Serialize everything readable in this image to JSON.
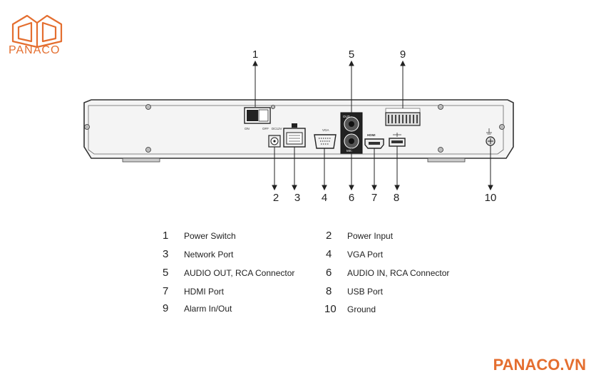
{
  "brand": {
    "logo_text": "PANACO",
    "site": "PANACO.VN",
    "accent": "#e46e2f"
  },
  "panel_labels": {
    "power_on": "ON",
    "power_off": "OFF",
    "dc_in": "DC12V",
    "vga": "VGA",
    "audio_out": "OUT",
    "mic": "MIC",
    "hdmi": "HDMI"
  },
  "callouts": [
    {
      "n": "1"
    },
    {
      "n": "2"
    },
    {
      "n": "3"
    },
    {
      "n": "4"
    },
    {
      "n": "5"
    },
    {
      "n": "6"
    },
    {
      "n": "7"
    },
    {
      "n": "8"
    },
    {
      "n": "9"
    },
    {
      "n": "10"
    }
  ],
  "legend": [
    {
      "n": "1",
      "label": "Power Switch"
    },
    {
      "n": "2",
      "label": "Power Input"
    },
    {
      "n": "3",
      "label": "Network Port"
    },
    {
      "n": "4",
      "label": "VGA Port"
    },
    {
      "n": "5",
      "label": "AUDIO OUT, RCA Connector"
    },
    {
      "n": "6",
      "label": "AUDIO IN, RCA Connector"
    },
    {
      "n": "7",
      "label": "HDMI Port"
    },
    {
      "n": "8",
      "label": "USB Port"
    },
    {
      "n": "9",
      "label": "Alarm In/Out"
    },
    {
      "n": "10",
      "label": "Ground"
    }
  ]
}
